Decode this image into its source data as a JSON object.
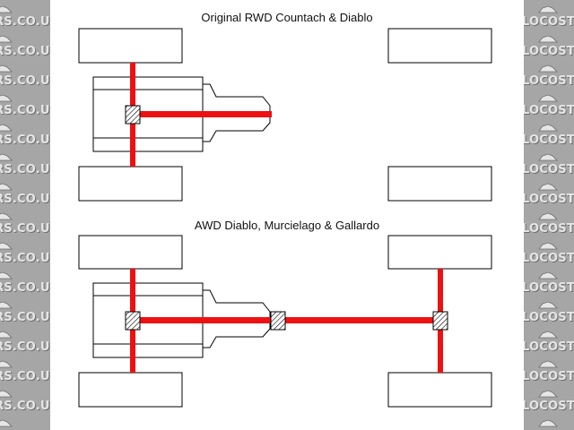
{
  "diagram": {
    "top_title": "Original RWD Countach & Diablo",
    "bottom_title": "AWD Diablo, Murcielago & Gallardo"
  },
  "watermark": {
    "left_text": "DERS.CO.UK",
    "right_text": "LOCOST"
  },
  "colors": {
    "driveshaft": "#ee1111",
    "outline": "#000000",
    "background": "#ffffff",
    "border": "#a6a6a6"
  }
}
